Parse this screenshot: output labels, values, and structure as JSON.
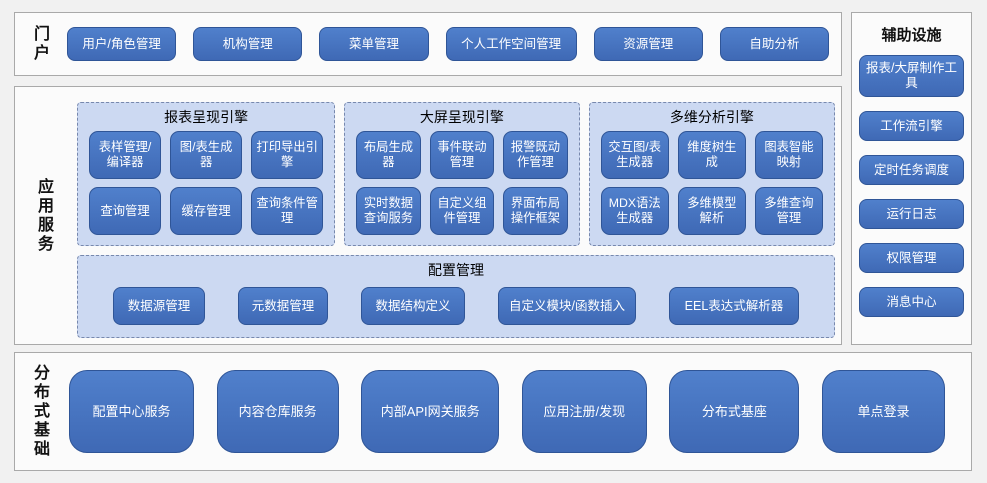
{
  "colors": {
    "button_blue": "#4472c4",
    "button_border": "#2f5597",
    "panel_light_blue": "#ccd9f2",
    "panel_dashed_border": "#7788ad",
    "section_background": "#fbfbfb",
    "page_background": "#f1f1f1"
  },
  "portal": {
    "label": "门户",
    "buttons": [
      "用户/角色管理",
      "机构管理",
      "菜单管理",
      "个人工作空间管理",
      "资源管理",
      "自助分析"
    ]
  },
  "app_services": {
    "label": "应用服务",
    "engines": [
      {
        "title": "报表呈现引擎",
        "rows": [
          [
            "表样管理/编译器",
            "图/表生成器",
            "打印导出引擎"
          ],
          [
            "查询管理",
            "缓存管理",
            "查询条件管理"
          ]
        ]
      },
      {
        "title": "大屏呈现引擎",
        "rows": [
          [
            "布局生成器",
            "事件联动管理",
            "报警既动作管理"
          ],
          [
            "实时数据查询服务",
            "自定义组件管理",
            "界面布局操作框架"
          ]
        ]
      },
      {
        "title": "多维分析引擎",
        "rows": [
          [
            "交互图/表生成器",
            "维度树生成",
            "图表智能映射"
          ],
          [
            "MDX语法生成器",
            "多维模型解析",
            "多维查询管理"
          ]
        ]
      }
    ],
    "config": {
      "title": "配置管理",
      "buttons": [
        "数据源管理",
        "元数据管理",
        "数据结构定义",
        "自定义模块/函数插入",
        "EEL表达式解析器"
      ]
    }
  },
  "auxiliary": {
    "title": "辅助设施",
    "buttons": [
      "报表/大屏制作工具",
      "工作流引擎",
      "定时任务调度",
      "运行日志",
      "权限管理",
      "消息中心"
    ]
  },
  "distributed": {
    "label": "分布式基础",
    "buttons": [
      "配置中心服务",
      "内容仓库服务",
      "内部API网关服务",
      "应用注册/发现",
      "分布式基座",
      "单点登录"
    ]
  }
}
